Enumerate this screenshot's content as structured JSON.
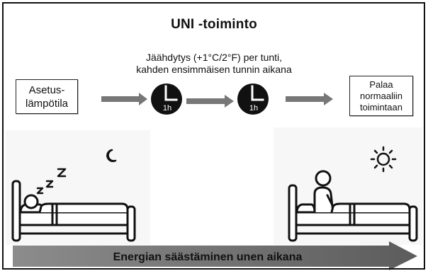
{
  "title": "UNI -toiminto",
  "cooling_note": {
    "line1": "Jäähdytys (+1°C/2°F) per tunti,",
    "line2": "kahden ensimmäisen tunnin aikana"
  },
  "start_box": {
    "line1": "Asetus-",
    "line2": "lämpötila"
  },
  "timer_steps": [
    {
      "label": "1h",
      "icon": "clock-icon"
    },
    {
      "label": "1h",
      "icon": "clock-icon"
    }
  ],
  "end_box": {
    "line1": "Palaa",
    "line2": "normaaliin",
    "line3": "toimintaan"
  },
  "bottom_arrow": {
    "label": "Energian säästäminen unen aikana"
  },
  "illustrations": {
    "sleeping": {
      "icons": [
        "moon-icon",
        "zzz-icon",
        "sleeping-person-icon",
        "bed-icon"
      ]
    },
    "waking": {
      "icons": [
        "sun-icon",
        "sitting-person-icon",
        "bed-icon"
      ]
    }
  },
  "colors": {
    "border": "#111111",
    "step_arrow": "#777777",
    "clock": "#111111",
    "bottom_arrow_start": "#8c8c8c",
    "bottom_arrow_end": "#5c5c5c"
  }
}
